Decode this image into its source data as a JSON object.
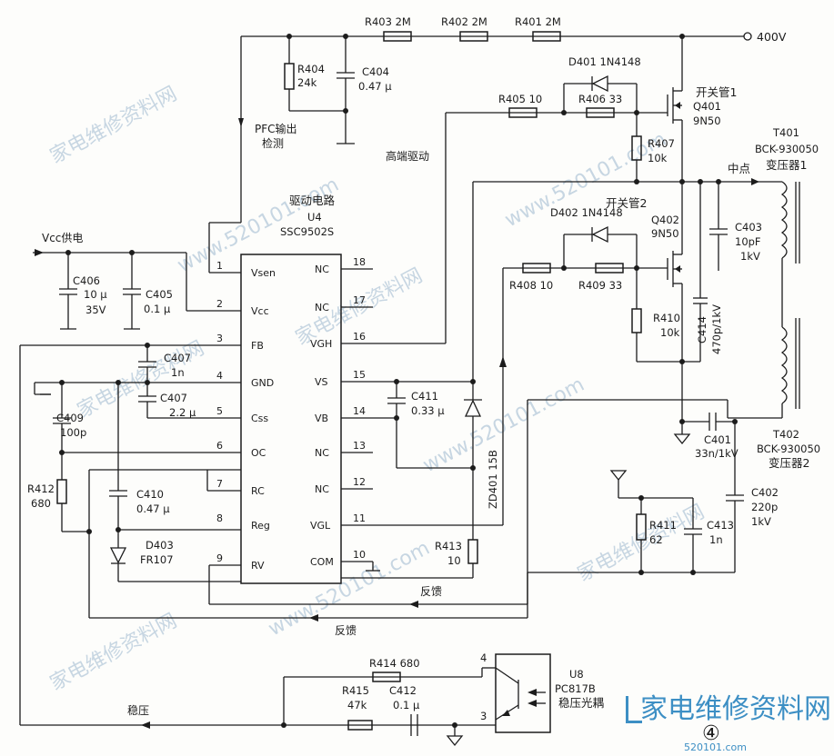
{
  "ic": {
    "title": "驱动电路",
    "ref": "U4",
    "part": "SSC9502S",
    "pins_left": [
      {
        "num": "1",
        "name": "Vsen"
      },
      {
        "num": "2",
        "name": "Vcc"
      },
      {
        "num": "3",
        "name": "FB"
      },
      {
        "num": "4",
        "name": "GND"
      },
      {
        "num": "5",
        "name": "Css"
      },
      {
        "num": "6",
        "name": "OC"
      },
      {
        "num": "7",
        "name": "RC"
      },
      {
        "num": "8",
        "name": "Reg"
      },
      {
        "num": "9",
        "name": "RV"
      }
    ],
    "pins_right": [
      {
        "num": "18",
        "name": "NC"
      },
      {
        "num": "17",
        "name": "NC"
      },
      {
        "num": "16",
        "name": "VGH"
      },
      {
        "num": "15",
        "name": "VS"
      },
      {
        "num": "14",
        "name": "VB"
      },
      {
        "num": "13",
        "name": "NC"
      },
      {
        "num": "12",
        "name": "NC"
      },
      {
        "num": "11",
        "name": "VGL"
      },
      {
        "num": "10",
        "name": "COM"
      }
    ]
  },
  "labels": {
    "v400": "400V",
    "vcc_supply": "Vcc供电",
    "pfc": "PFC输出",
    "pfc2": "检测",
    "high_drive": "高端驱动",
    "mid": "中点",
    "feedback1": "反馈",
    "feedback2": "反馈",
    "regulate": "稳压",
    "fig_no": "④",
    "opto_pin4": "4",
    "opto_pin3": "3"
  },
  "components": {
    "R403": "R403  2M",
    "R402": "R402  2M",
    "R401": "R401  2M",
    "R404a": "R404",
    "R404b": "24k",
    "C404a": "C404",
    "C404b": "0.47 µ",
    "D401": "D401  1N4148",
    "R405": "R405  10",
    "R406": "R406  33",
    "Q401a": "开关管1",
    "Q401b": "Q401",
    "Q401c": "9N50",
    "R407a": "R407",
    "R407b": "10k",
    "T401a": "T401",
    "T401b": "BCK-930050",
    "T401c": "变压器1",
    "D402": "D402  1N4148",
    "Q402a": "开关管2",
    "Q402b": "Q402",
    "Q402c": "9N50",
    "C403a": "C403",
    "C403b": "10pF",
    "C403c": "1kV",
    "R408": "R408  10",
    "R409": "R409  33",
    "R410a": "R410",
    "R410b": "10k",
    "C414": "C414",
    "C414v": "470p/1kV",
    "C406a": "C406",
    "C406b": "10 µ",
    "C406c": "35V",
    "C405a": "C405",
    "C405b": "0.1 µ",
    "C407a": "C407",
    "C407b": "1n",
    "C407c": "C407",
    "C407d": "2.2 µ",
    "C409a": "C409",
    "C409b": "100p",
    "R412a": "R412",
    "R412b": "680",
    "C410a": "C410",
    "C410b": "0.47 µ",
    "D403a": "D403",
    "D403b": "FR107",
    "C411a": "C411",
    "C411b": "0.33 µ",
    "ZD401": "ZD401  15B",
    "R413a": "R413",
    "R413b": "10",
    "C401a": "C401",
    "C401b": "33n/1kV",
    "T402a": "T402",
    "T402b": "BCK-930050",
    "T402c": "变压器2",
    "C402a": "C402",
    "C402b": "220p",
    "C402c": "1kV",
    "R411a": "R411",
    "R411b": "62",
    "C413a": "C413",
    "C413b": "1n",
    "R414": "R414  680",
    "R415a": "R415",
    "R415b": "47k",
    "C412a": "C412",
    "C412b": "0.1 µ",
    "U8a": "U8",
    "U8b": "PC817B",
    "U8c": "稳压光耦"
  },
  "watermark": {
    "cn": "家电维修资料网",
    "url": "www.520101.com",
    "logo": "家电维修资料网",
    "logo_url": "520101.com"
  },
  "colors": {
    "ink": "#1c1c1c",
    "watermark": "#c7d6e2",
    "logo": "#3d8fc4"
  }
}
